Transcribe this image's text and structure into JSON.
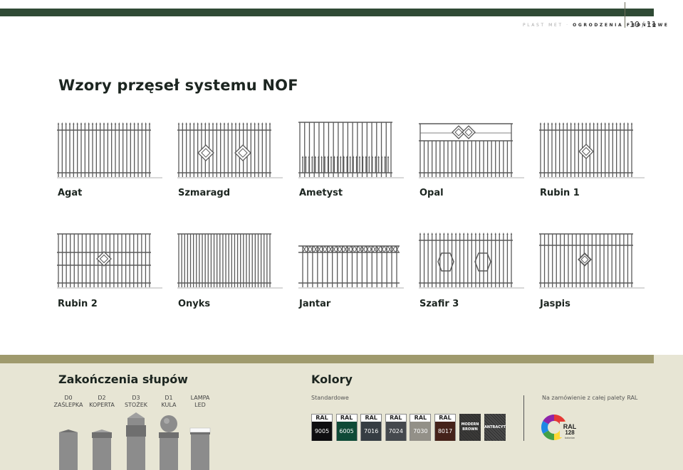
{
  "header": {
    "brand_light": "PLAST MET",
    "brand_dark": "OGRODZENIA FRONTOWE",
    "page_current": "10",
    "page_sep": "/",
    "page_next": "11"
  },
  "title": "Wzory przęseł systemu NOF",
  "fences": [
    {
      "name": "Agat",
      "pattern": "agat"
    },
    {
      "name": "Szmaragd",
      "pattern": "szmaragd"
    },
    {
      "name": "Ametyst",
      "pattern": "ametyst"
    },
    {
      "name": "Opal",
      "pattern": "opal"
    },
    {
      "name": "Rubin 1",
      "pattern": "rubin1"
    },
    {
      "name": "Rubin 2",
      "pattern": "rubin2"
    },
    {
      "name": "Onyks",
      "pattern": "onyks"
    },
    {
      "name": "Jantar",
      "pattern": "jantar"
    },
    {
      "name": "Szafir 3",
      "pattern": "szafir3"
    },
    {
      "name": "Jaspis",
      "pattern": "jaspis"
    }
  ],
  "posts": {
    "title": "Zakończenia słupów",
    "items": [
      {
        "code": "D0",
        "name": "ZAŚLEPKA",
        "shape": "flat"
      },
      {
        "code": "D2",
        "name": "KOPERTA",
        "shape": "envelope"
      },
      {
        "code": "D3",
        "name": "STOŻEK",
        "shape": "cone"
      },
      {
        "code": "D1",
        "name": "KULA",
        "shape": "ball"
      },
      {
        "code": "LAMPA",
        "name": "LED",
        "shape": "lamp"
      }
    ]
  },
  "colors": {
    "title": "Kolory",
    "standard_label": "Standardowe",
    "custom_label": "Na zamówienie z całej palety RAL",
    "ral_label": "RAL",
    "swatches": [
      {
        "code": "9005",
        "color": "#0e0e10"
      },
      {
        "code": "6005",
        "color": "#0f4a37"
      },
      {
        "code": "7016",
        "color": "#363d43"
      },
      {
        "code": "7024",
        "color": "#45494e"
      },
      {
        "code": "7030",
        "color": "#939088"
      },
      {
        "code": "8017",
        "color": "#45221a"
      }
    ],
    "textures": [
      {
        "label_1": "MODERN",
        "label_2": "BROWN",
        "color": "#3b3a38"
      },
      {
        "label_1": "ANTRACYT",
        "label_2": "",
        "color": "#4a4a4a"
      }
    ],
    "ral_logo": {
      "line1": "RAL",
      "line2": "128",
      "line3": "kolorów"
    }
  }
}
